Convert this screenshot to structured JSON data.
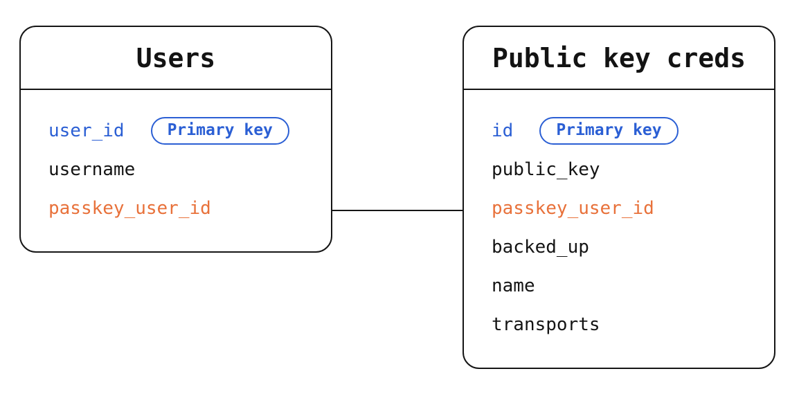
{
  "diagram": {
    "palette": {
      "background": "#ffffff",
      "text_black": "#141414",
      "border_black": "#151515",
      "primary_key_blue": "#2b5fd4",
      "link_orange": "#e8713a"
    },
    "tables": [
      {
        "title": "Users",
        "fields": [
          {
            "name": "user_id",
            "role": "pk",
            "badge": "Primary key"
          },
          {
            "name": "username",
            "role": "plain"
          },
          {
            "name": "passkey_user_id",
            "role": "link"
          }
        ]
      },
      {
        "title": "Public key creds",
        "fields": [
          {
            "name": "id",
            "role": "pk",
            "badge": "Primary key"
          },
          {
            "name": "public_key",
            "role": "plain"
          },
          {
            "name": "passkey_user_id",
            "role": "link"
          },
          {
            "name": "backed_up",
            "role": "plain"
          },
          {
            "name": "name",
            "role": "plain"
          },
          {
            "name": "transports",
            "role": "plain"
          }
        ]
      }
    ],
    "relationship": {
      "from_table": "Users",
      "from_field": "passkey_user_id",
      "to_table": "Public key creds",
      "to_field": "passkey_user_id"
    }
  }
}
